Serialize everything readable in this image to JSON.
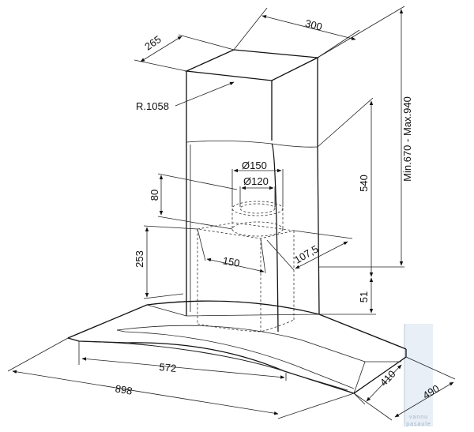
{
  "diagram": {
    "dimensions": {
      "width_top": "300",
      "depth_top": "265",
      "radius": "R.1058",
      "duct_outer": "Ø150",
      "duct_inner": "Ø120",
      "duct_height": "80",
      "chimney_height": "540",
      "height_range": "Min.670  -  Max.940",
      "motor_height": "253",
      "motor_width": "150",
      "motor_depth": "107,5",
      "canopy_thickness": "51",
      "canopy_inner_width": "572",
      "canopy_width": "898",
      "canopy_inner_depth": "410",
      "canopy_depth": "490"
    },
    "watermark": {
      "line1": "vannu",
      "line2": "pasaule"
    }
  }
}
